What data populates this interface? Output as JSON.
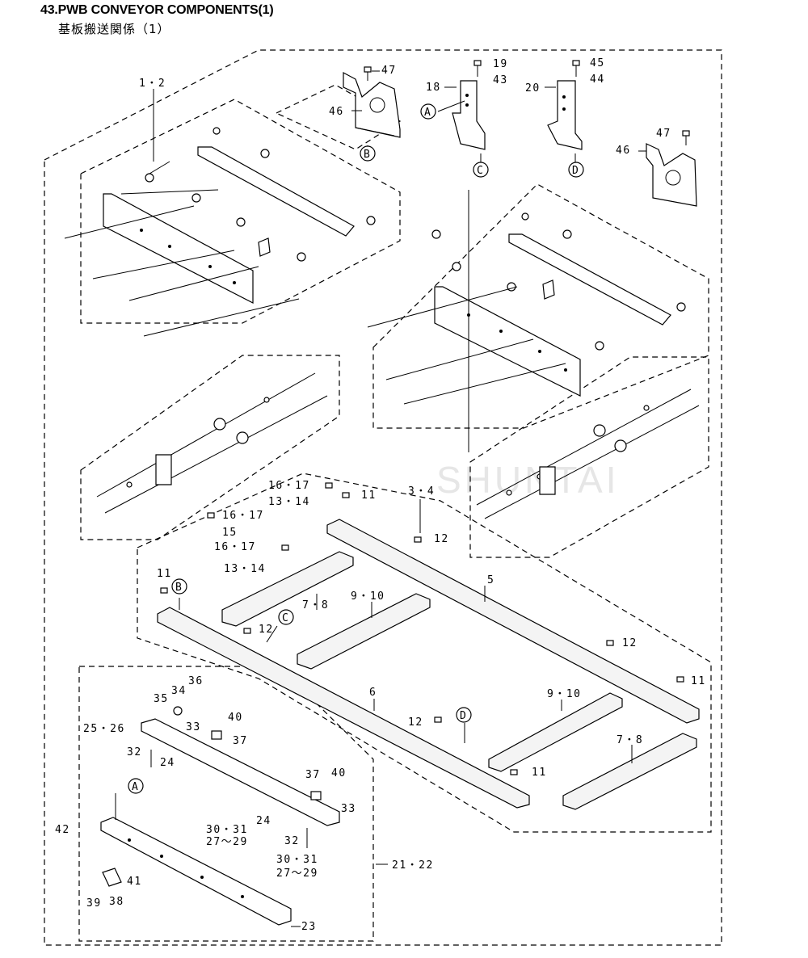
{
  "header": {
    "title": "43.PWB CONVEYOR COMPONENTS(1)",
    "subtitle": "基板搬送関係（1）"
  },
  "watermark": "SHUNTAI",
  "callouts": [
    {
      "id": "c-A-top",
      "letter": "A"
    },
    {
      "id": "c-B-top",
      "letter": "B"
    },
    {
      "id": "c-C-top",
      "letter": "C"
    },
    {
      "id": "c-D-top",
      "letter": "D"
    },
    {
      "id": "c-B-frame",
      "letter": "B"
    },
    {
      "id": "c-C-frame",
      "letter": "C"
    },
    {
      "id": "c-D-frame",
      "letter": "D"
    },
    {
      "id": "c-A-bottom",
      "letter": "A"
    }
  ],
  "part_labels": {
    "p1_2": "1・2",
    "p47a": "47",
    "p46a": "46",
    "p19": "19",
    "p43": "43",
    "p18": "18",
    "p45": "45",
    "p44": "44",
    "p20": "20",
    "p47b": "47",
    "p46b": "46",
    "p16_17a": "16・17",
    "p13_14a": "13・14",
    "p11a": "11",
    "p3_4": "3・4",
    "p16_17b": "16・17",
    "p15": "15",
    "p16_17c": "16・17",
    "p12a": "12",
    "p13_14b": "13・14",
    "p5": "5",
    "p11b": "11",
    "p7_8a": "7・8",
    "p9_10a": "9・10",
    "p12b": "12",
    "p12c": "12",
    "p11c": "11",
    "p6": "6",
    "p9_10b": "9・10",
    "p36": "36",
    "p34": "34",
    "p35": "35",
    "p40a": "40",
    "p25_26": "25・26",
    "p33a": "33",
    "p37a": "37",
    "p12d": "12",
    "p32a": "32",
    "p24a": "24",
    "p7_8b": "7・8",
    "p11d": "11",
    "p37b": "37",
    "p40b": "40",
    "p33b": "33",
    "p24b": "24",
    "p42": "42",
    "p30_31a": "30・31",
    "p27_29a": "27～29",
    "p32b": "32",
    "p30_31b": "30・31",
    "p27_29b": "27～29",
    "p21_22": "21・22",
    "p41": "41",
    "p39": "39",
    "p38": "38",
    "p23": "23"
  }
}
